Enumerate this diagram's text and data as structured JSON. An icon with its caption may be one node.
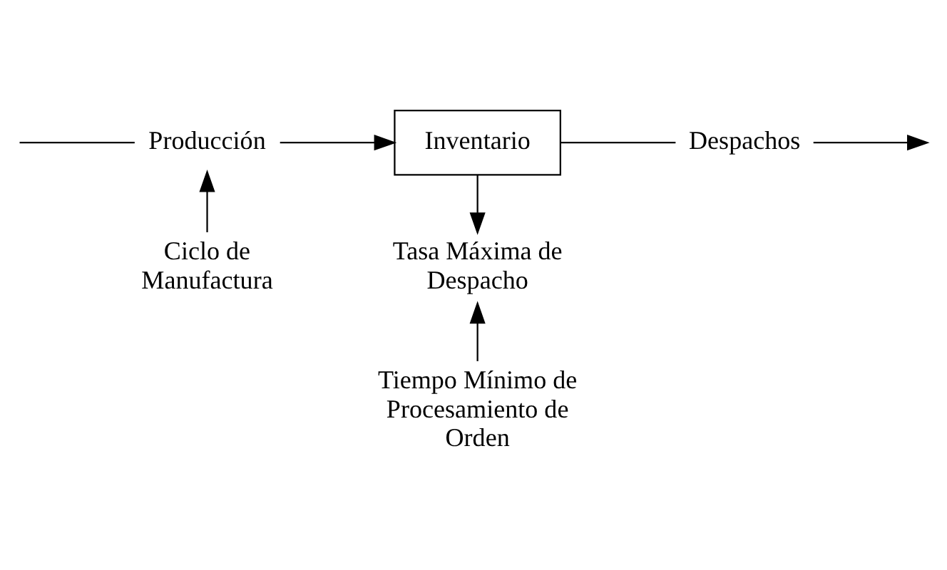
{
  "diagram": {
    "nodes": [
      {
        "text": [
          "Producción"
        ]
      },
      {
        "text": [
          "Inventario"
        ]
      },
      {
        "text": [
          "Despachos"
        ]
      },
      {
        "text": [
          "Ciclo de Manufactura"
        ]
      },
      {
        "text": [
          "Tasa Máxima de Despacho"
        ]
      },
      {
        "text": [
          "Tiempo Mínimo de Procesamiento de Orden"
        ]
      }
    ],
    "edges": [
      {
        "from": null,
        "to": 0,
        "arrow": "none"
      },
      {
        "from": 0,
        "to": 1,
        "arrow": "to"
      },
      {
        "from": 1,
        "to": 2,
        "arrow": "none"
      },
      {
        "from": 2,
        "to": null,
        "arrow": "to"
      },
      {
        "from": 3,
        "to": 0,
        "arrow": "to"
      },
      {
        "from": 1,
        "to": 4,
        "arrow": "to"
      },
      {
        "from": 5,
        "to": 4,
        "arrow": "to"
      }
    ]
  }
}
